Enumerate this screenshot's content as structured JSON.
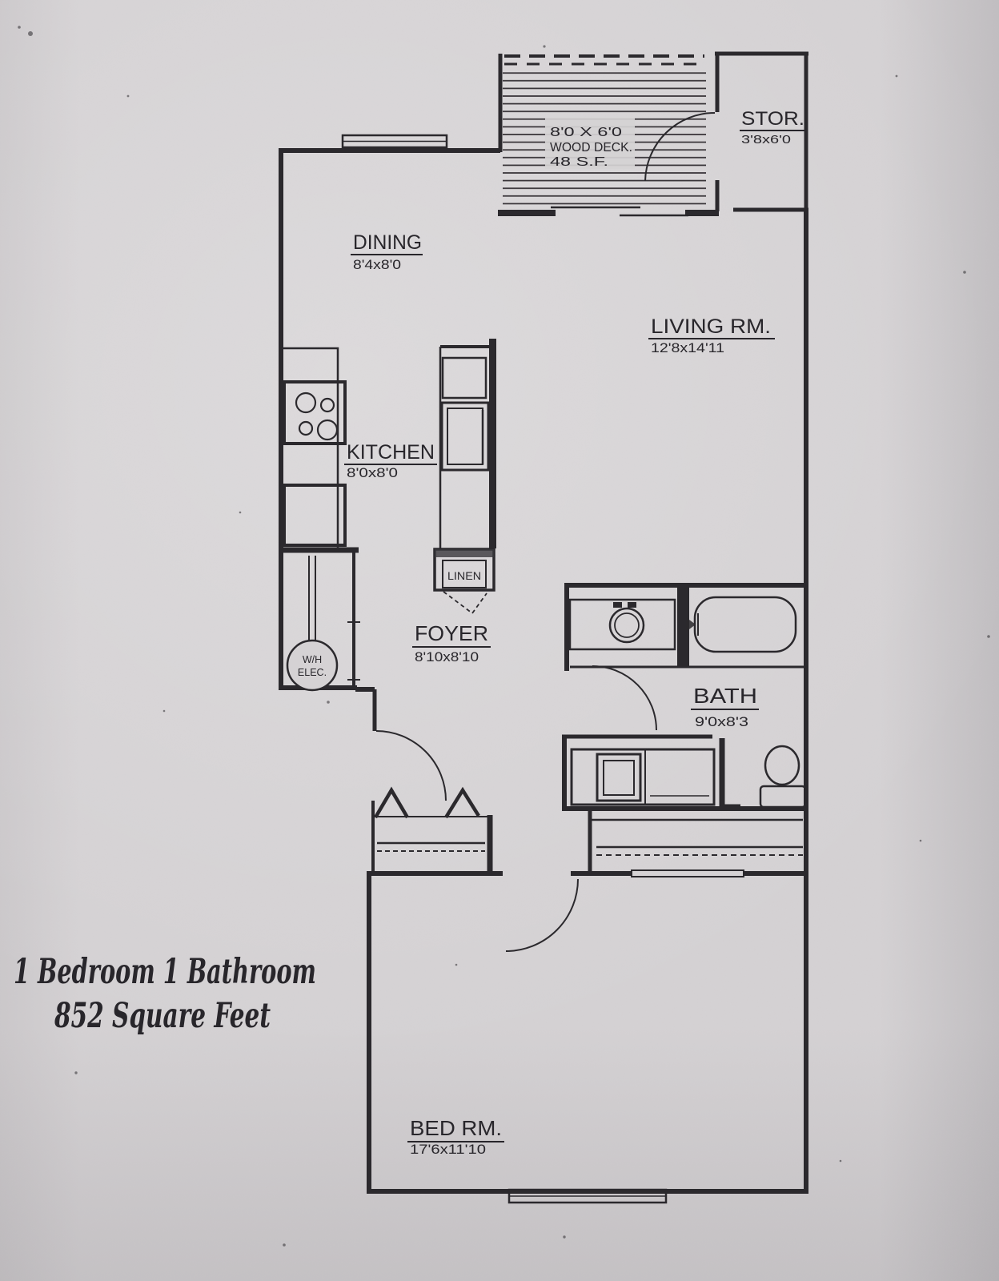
{
  "plan": {
    "tagline": {
      "line1": "1 Bedroom 1 Bathroom",
      "line2": "852 Square Feet"
    },
    "rooms": {
      "dining": {
        "name": "DINING",
        "dims": "8'4x8'0"
      },
      "living": {
        "name": "LIVING RM.",
        "dims": "12'8x14'11"
      },
      "kitchen": {
        "name": "KITCHEN",
        "dims": "8'0x8'0"
      },
      "foyer": {
        "name": "FOYER",
        "dims": "8'10x8'10"
      },
      "bath": {
        "name": "BATH",
        "dims": "9'0x8'3"
      },
      "bedroom": {
        "name": "BED RM.",
        "dims": "17'6x11'10"
      },
      "storage": {
        "name": "STOR.",
        "dims": "3'8x6'0"
      }
    },
    "deck": {
      "line1": "8'0 X 6'0",
      "line2": "WOOD DECK.",
      "line3": "48 S.F."
    },
    "labels": {
      "linen": "LINEN",
      "water_heater_line1": "W/H",
      "water_heater_line2": "ELEC."
    },
    "colors": {
      "paper": "#d5d2d4",
      "ink": "#2b292d"
    }
  }
}
